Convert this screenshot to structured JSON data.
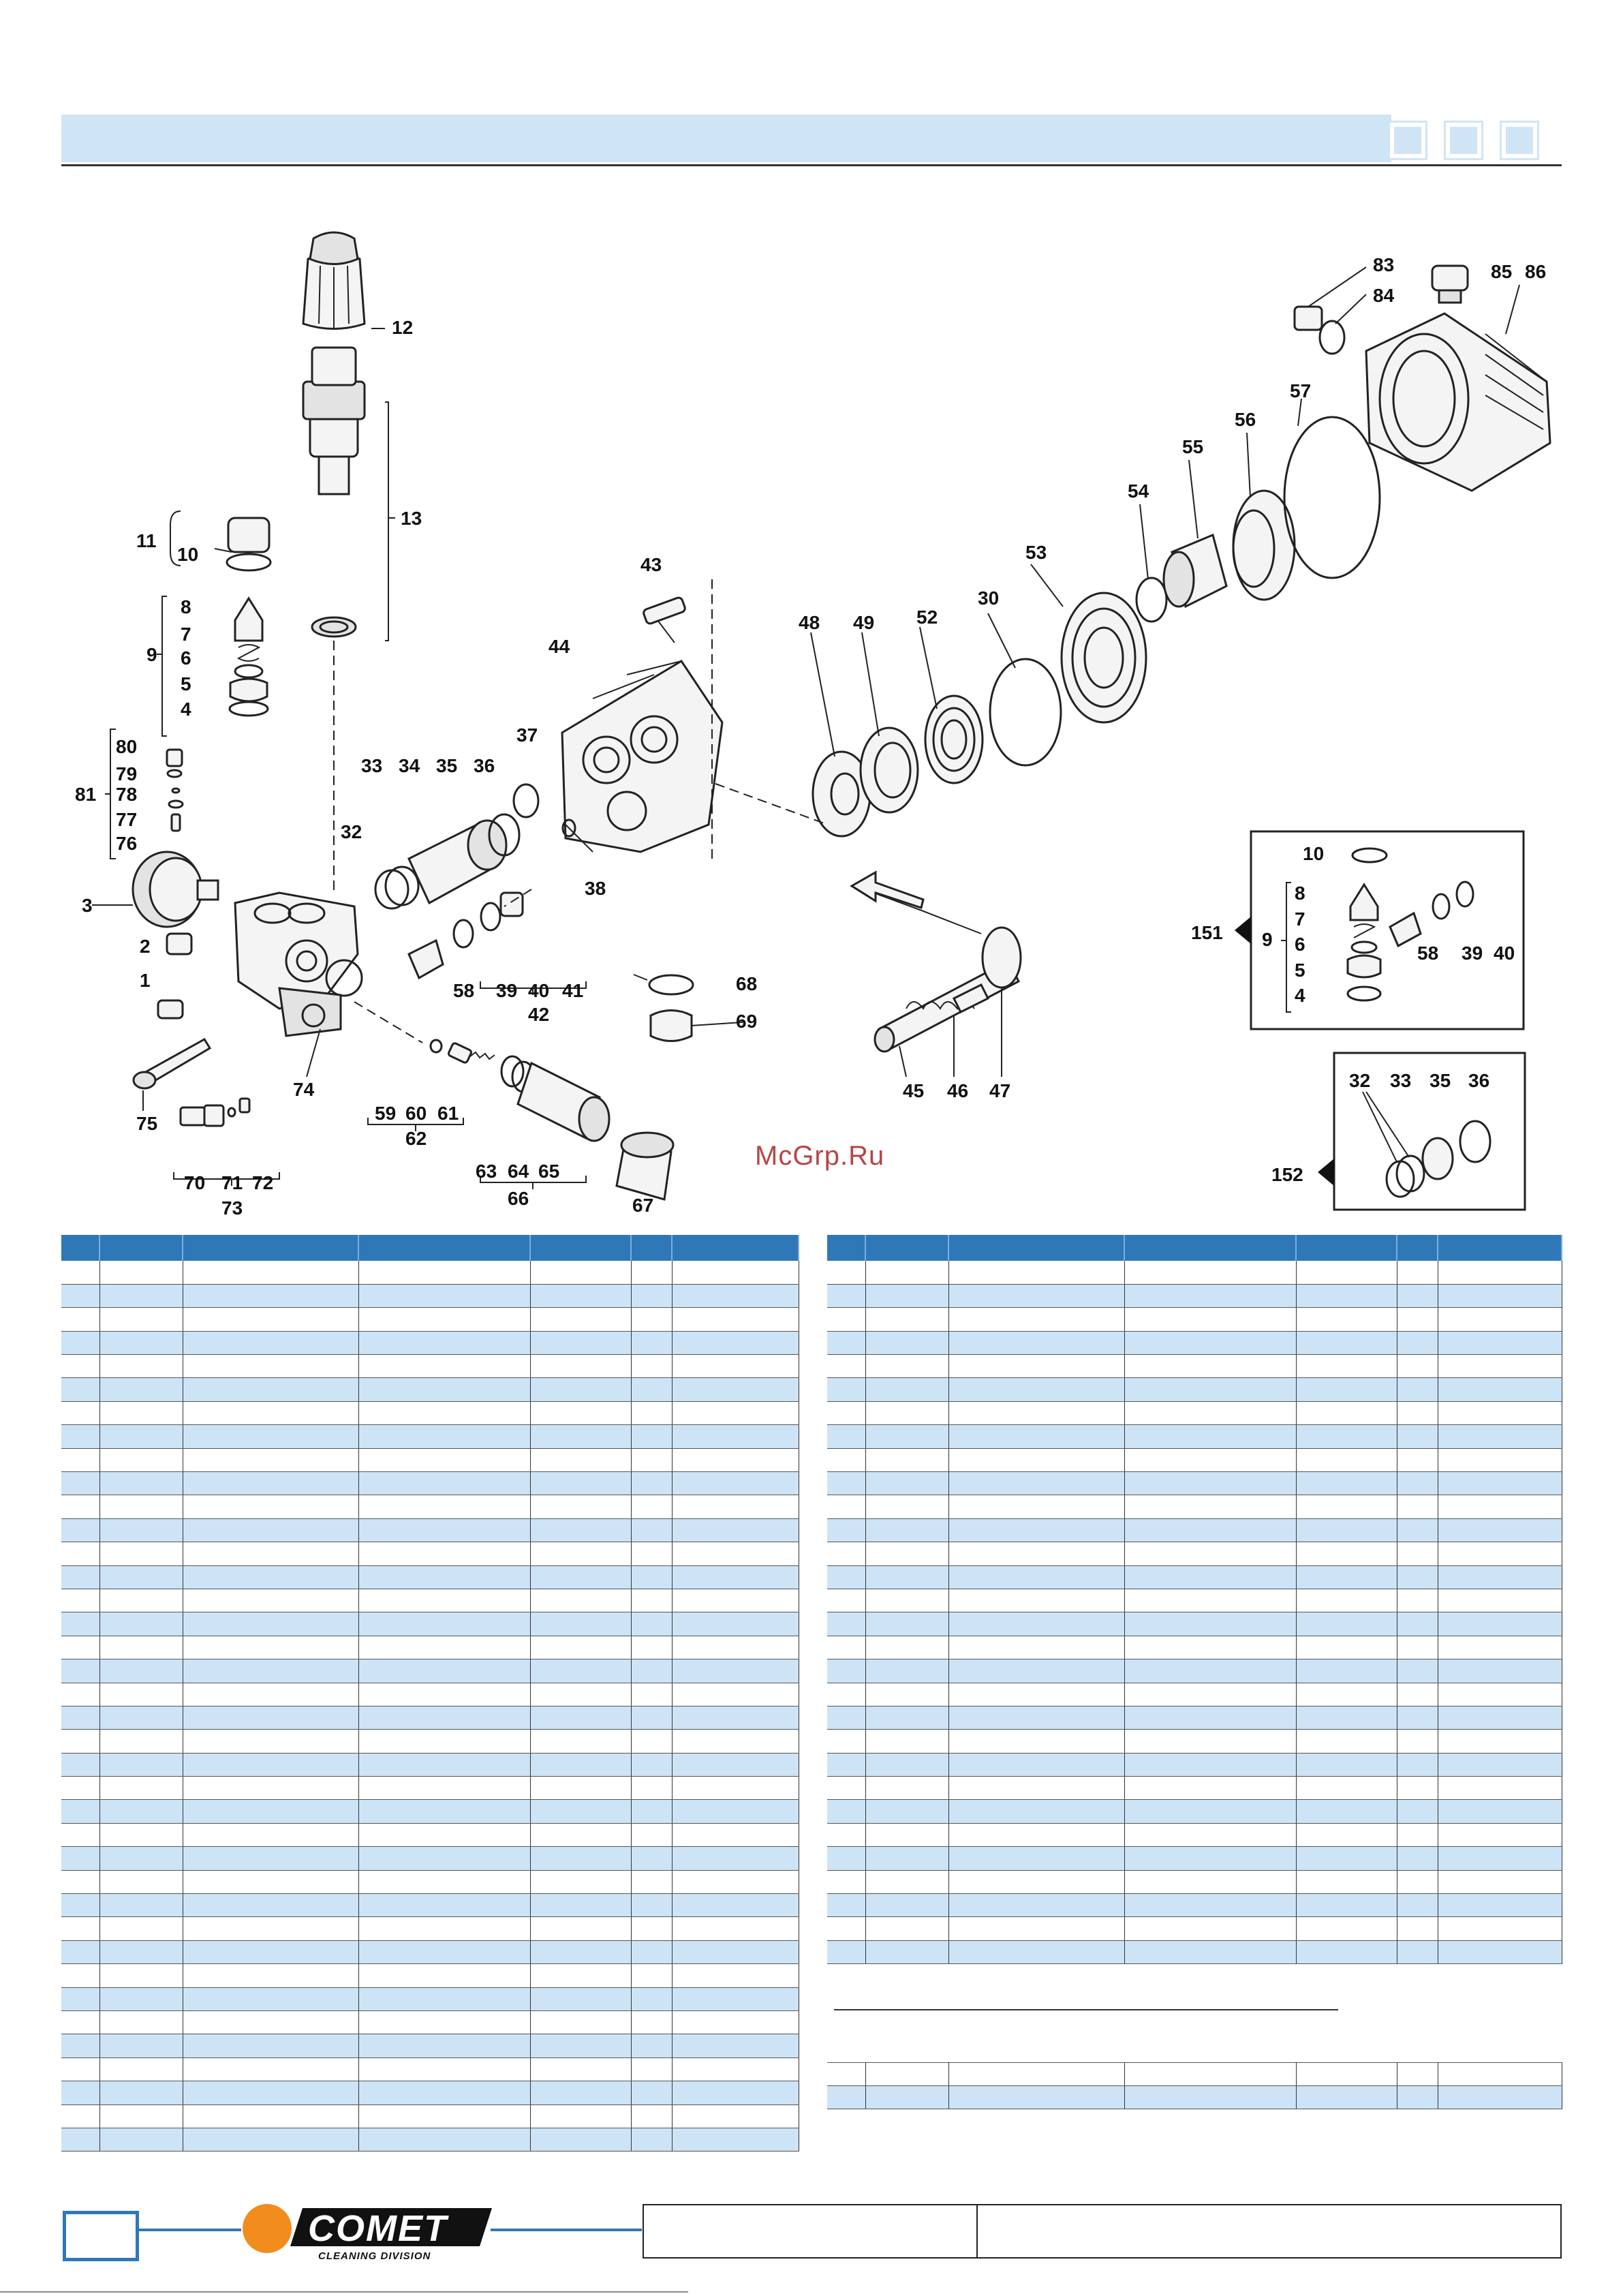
{
  "watermark": "McGrp.Ru",
  "logo": {
    "text": "COMET",
    "tagline": "CLEANING DIVISION",
    "accent_color": "#f28c1c"
  },
  "colors": {
    "header_blue": "#cfe5f6",
    "table_header": "#2e78b8",
    "row_alt": "#cde4f6"
  },
  "diagram": {
    "labels": [
      "1",
      "2",
      "3",
      "4",
      "5",
      "6",
      "7",
      "8",
      "9",
      "10",
      "11",
      "12",
      "13",
      "30",
      "32",
      "33",
      "34",
      "35",
      "36",
      "37",
      "38",
      "39",
      "40",
      "41",
      "42",
      "43",
      "44",
      "45",
      "46",
      "47",
      "48",
      "49",
      "52",
      "53",
      "54",
      "55",
      "56",
      "57",
      "58",
      "59",
      "60",
      "61",
      "62",
      "63",
      "64",
      "65",
      "66",
      "67",
      "68",
      "69",
      "70",
      "71",
      "72",
      "73",
      "74",
      "75",
      "76",
      "77",
      "78",
      "79",
      "80",
      "81",
      "83",
      "84",
      "85",
      "86"
    ],
    "inset_151": {
      "callout": "151",
      "labels": [
        "10",
        "8",
        "7",
        "6",
        "5",
        "4",
        "9",
        "58",
        "39",
        "40"
      ]
    },
    "inset_152": {
      "callout": "152",
      "labels": [
        "32",
        "33",
        "35",
        "36"
      ]
    }
  },
  "tables": {
    "left_rows": 38,
    "right_rows": 30,
    "small_rows": 2
  }
}
